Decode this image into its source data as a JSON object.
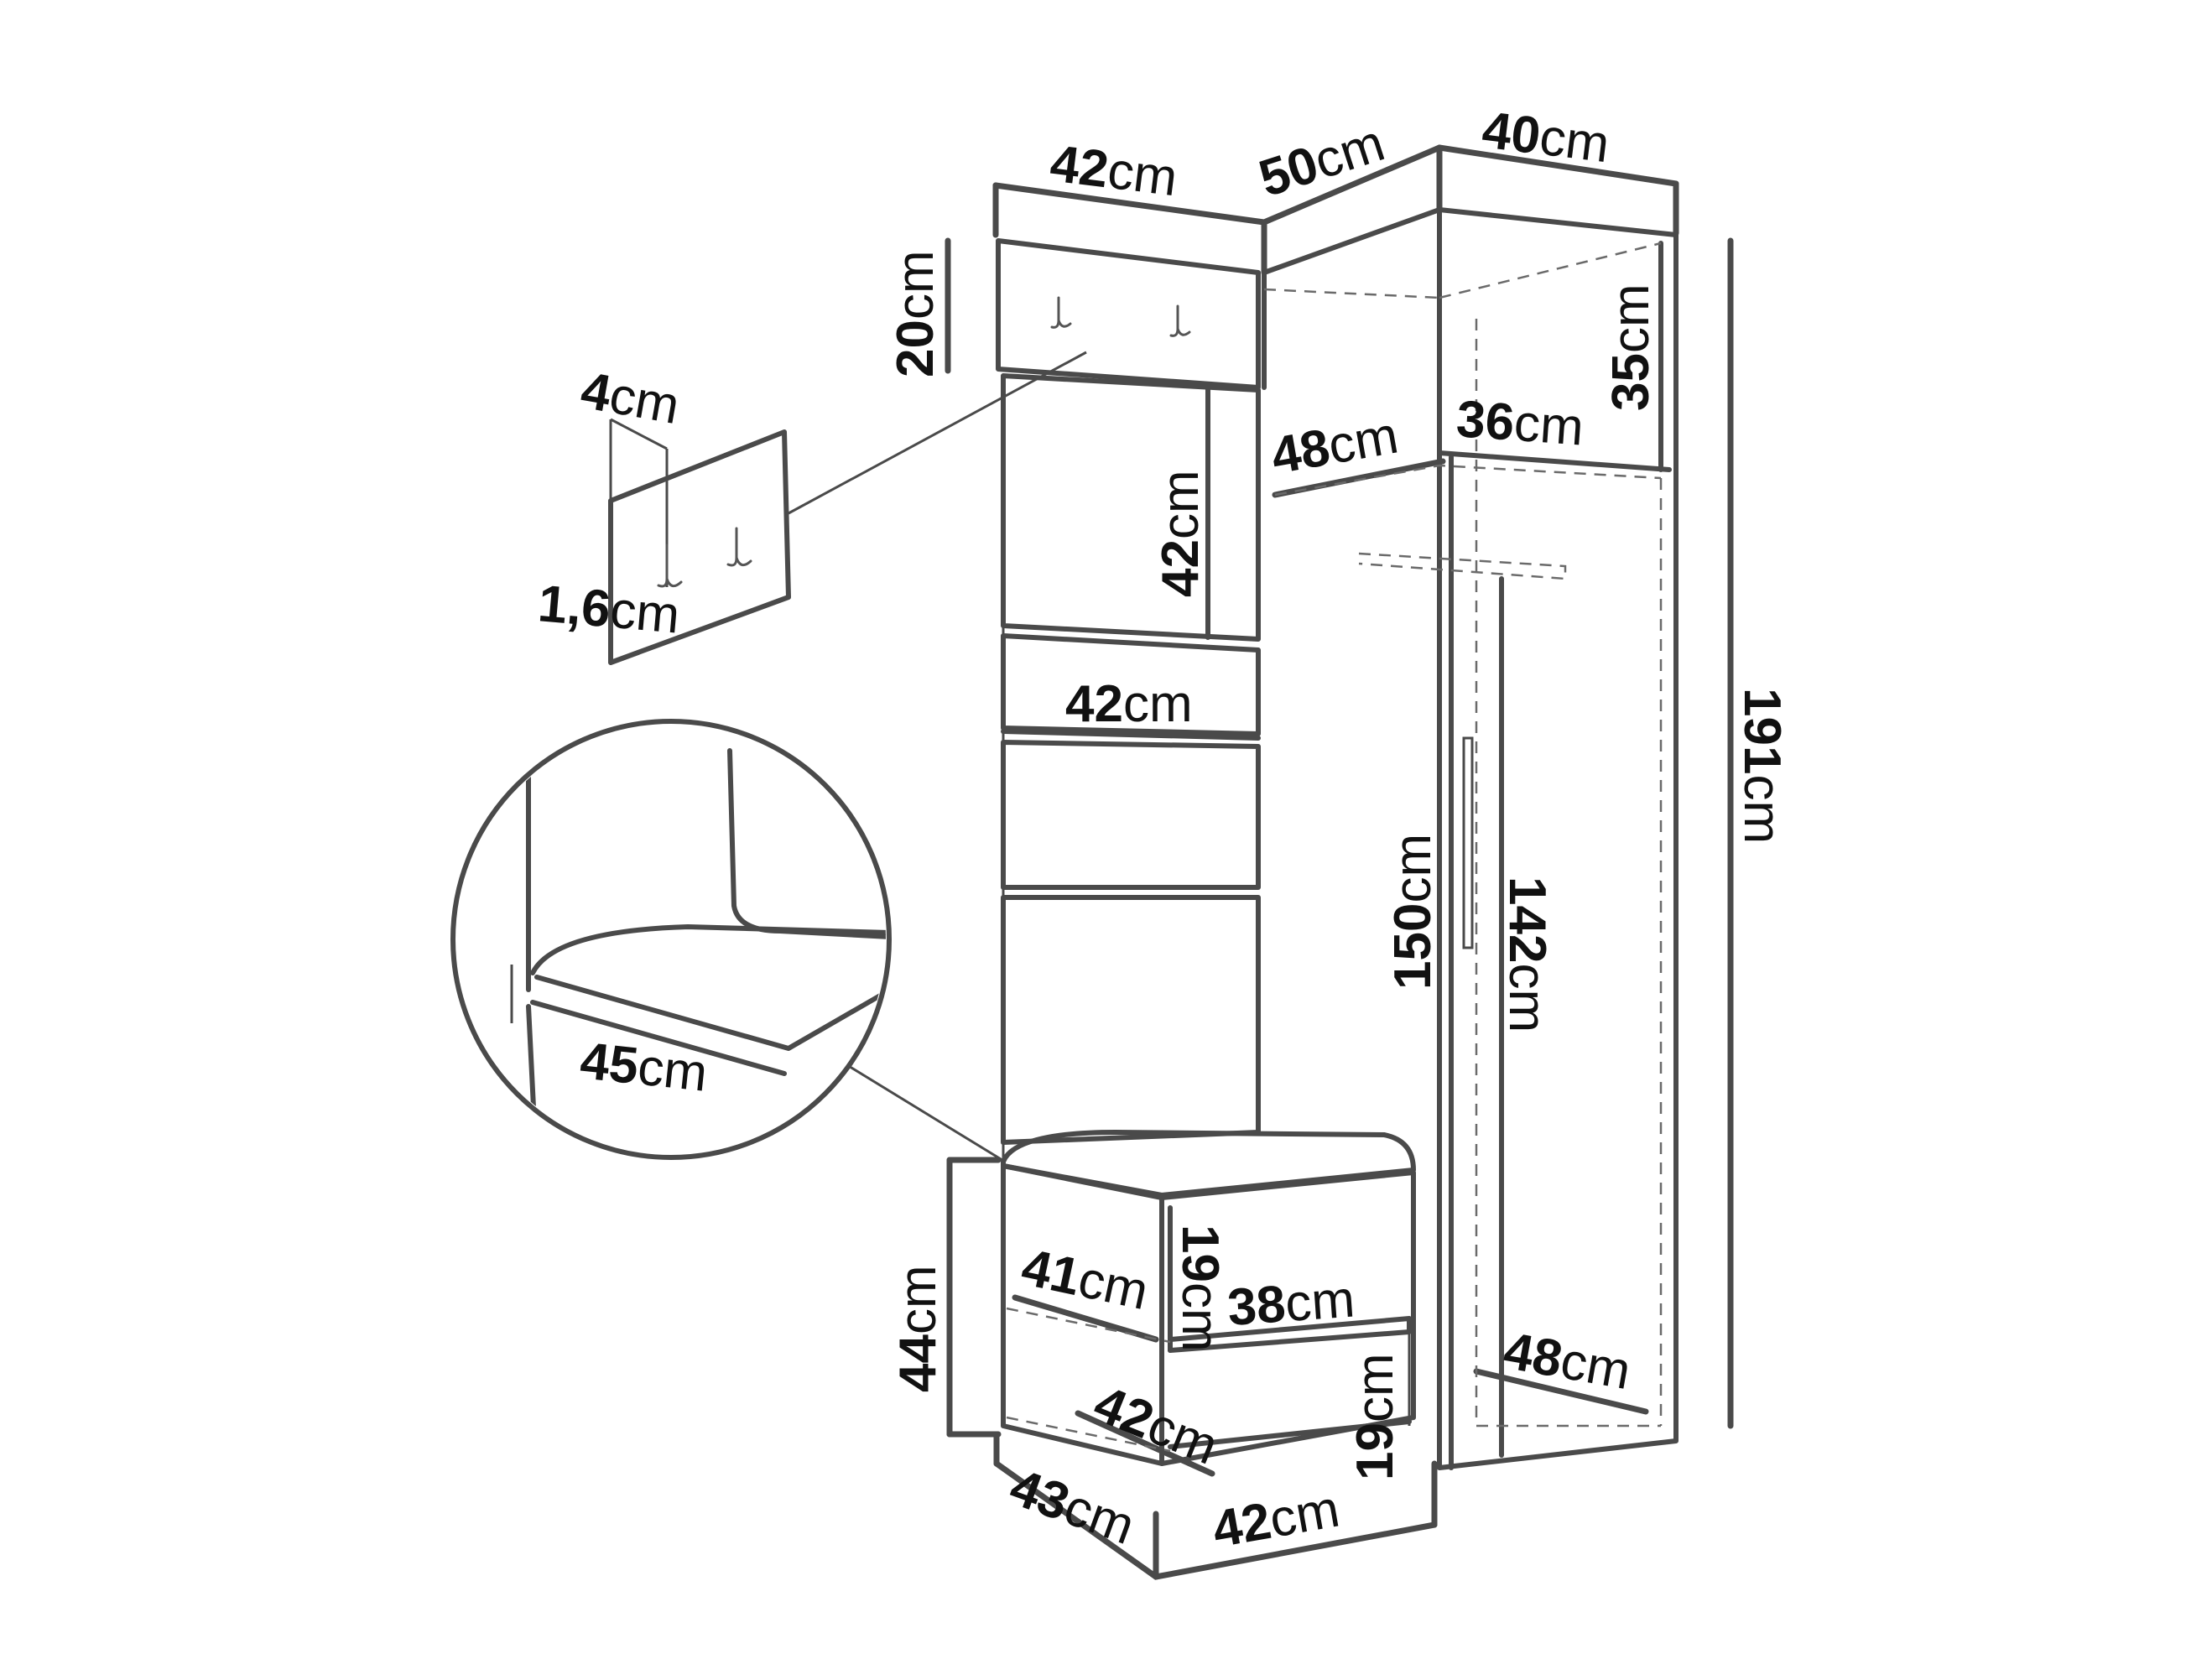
{
  "dimensions": {
    "top_width_left": {
      "value": "42",
      "unit": "cm"
    },
    "top_depth_corner": {
      "value": "50",
      "unit": "cm"
    },
    "top_width_right": {
      "value": "40",
      "unit": "cm"
    },
    "hook_panel_height": {
      "value": "20",
      "unit": "cm"
    },
    "hook_detail_thickness": {
      "value": "4",
      "unit": "cm"
    },
    "hook_detail_panel": {
      "value": "1,6",
      "unit": "cm"
    },
    "panel_height": {
      "value": "42",
      "unit": "cm"
    },
    "panel_width": {
      "value": "42",
      "unit": "cm"
    },
    "seat_width_detail": {
      "value": "45",
      "unit": "cm"
    },
    "top_shelf_height": {
      "value": "35",
      "unit": "cm"
    },
    "top_shelf_depth": {
      "value": "48",
      "unit": "cm"
    },
    "top_shelf_width": {
      "value": "36",
      "unit": "cm"
    },
    "door_height": {
      "value": "150",
      "unit": "cm"
    },
    "inner_height": {
      "value": "142",
      "unit": "cm"
    },
    "total_height": {
      "value": "191",
      "unit": "cm"
    },
    "bottom_depth": {
      "value": "48",
      "unit": "cm"
    },
    "bench_height": {
      "value": "44",
      "unit": "cm"
    },
    "bench_shelf_upper_height": {
      "value": "19",
      "unit": "cm"
    },
    "bench_shelf_lower_height": {
      "value": "19",
      "unit": "cm"
    },
    "bench_shelf_upper_depth": {
      "value": "41",
      "unit": "cm"
    },
    "bench_shelf_upper_width": {
      "value": "38",
      "unit": "cm"
    },
    "bench_shelf_lower_depth": {
      "value": "42",
      "unit": "cm"
    },
    "bench_depth": {
      "value": "43",
      "unit": "cm"
    },
    "bench_width": {
      "value": "42",
      "unit": "cm"
    }
  }
}
